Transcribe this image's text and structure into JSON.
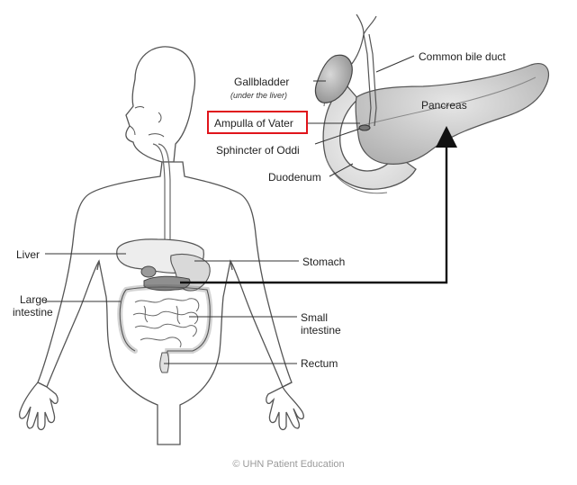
{
  "labels": {
    "gallbladder": "Gallbladder",
    "gallbladder_note": "(under the liver)",
    "common_bile_duct": "Common bile duct",
    "pancreas": "Pancreas",
    "ampulla": "Ampulla of Vater",
    "sphincter": "Sphincter of Oddi",
    "duodenum": "Duodenum",
    "liver": "Liver",
    "stomach": "Stomach",
    "large_intestine_1": "Large",
    "large_intestine_2": "intestine",
    "small_intestine_1": "Small",
    "small_intestine_2": "intestine",
    "rectum": "Rectum"
  },
  "credit": "© UHN Patient Education",
  "colors": {
    "highlight": "#e0141b",
    "organ_fill": "#c8c8c8",
    "pancreas_fill": "#cfcfcf",
    "outline": "#444444"
  }
}
